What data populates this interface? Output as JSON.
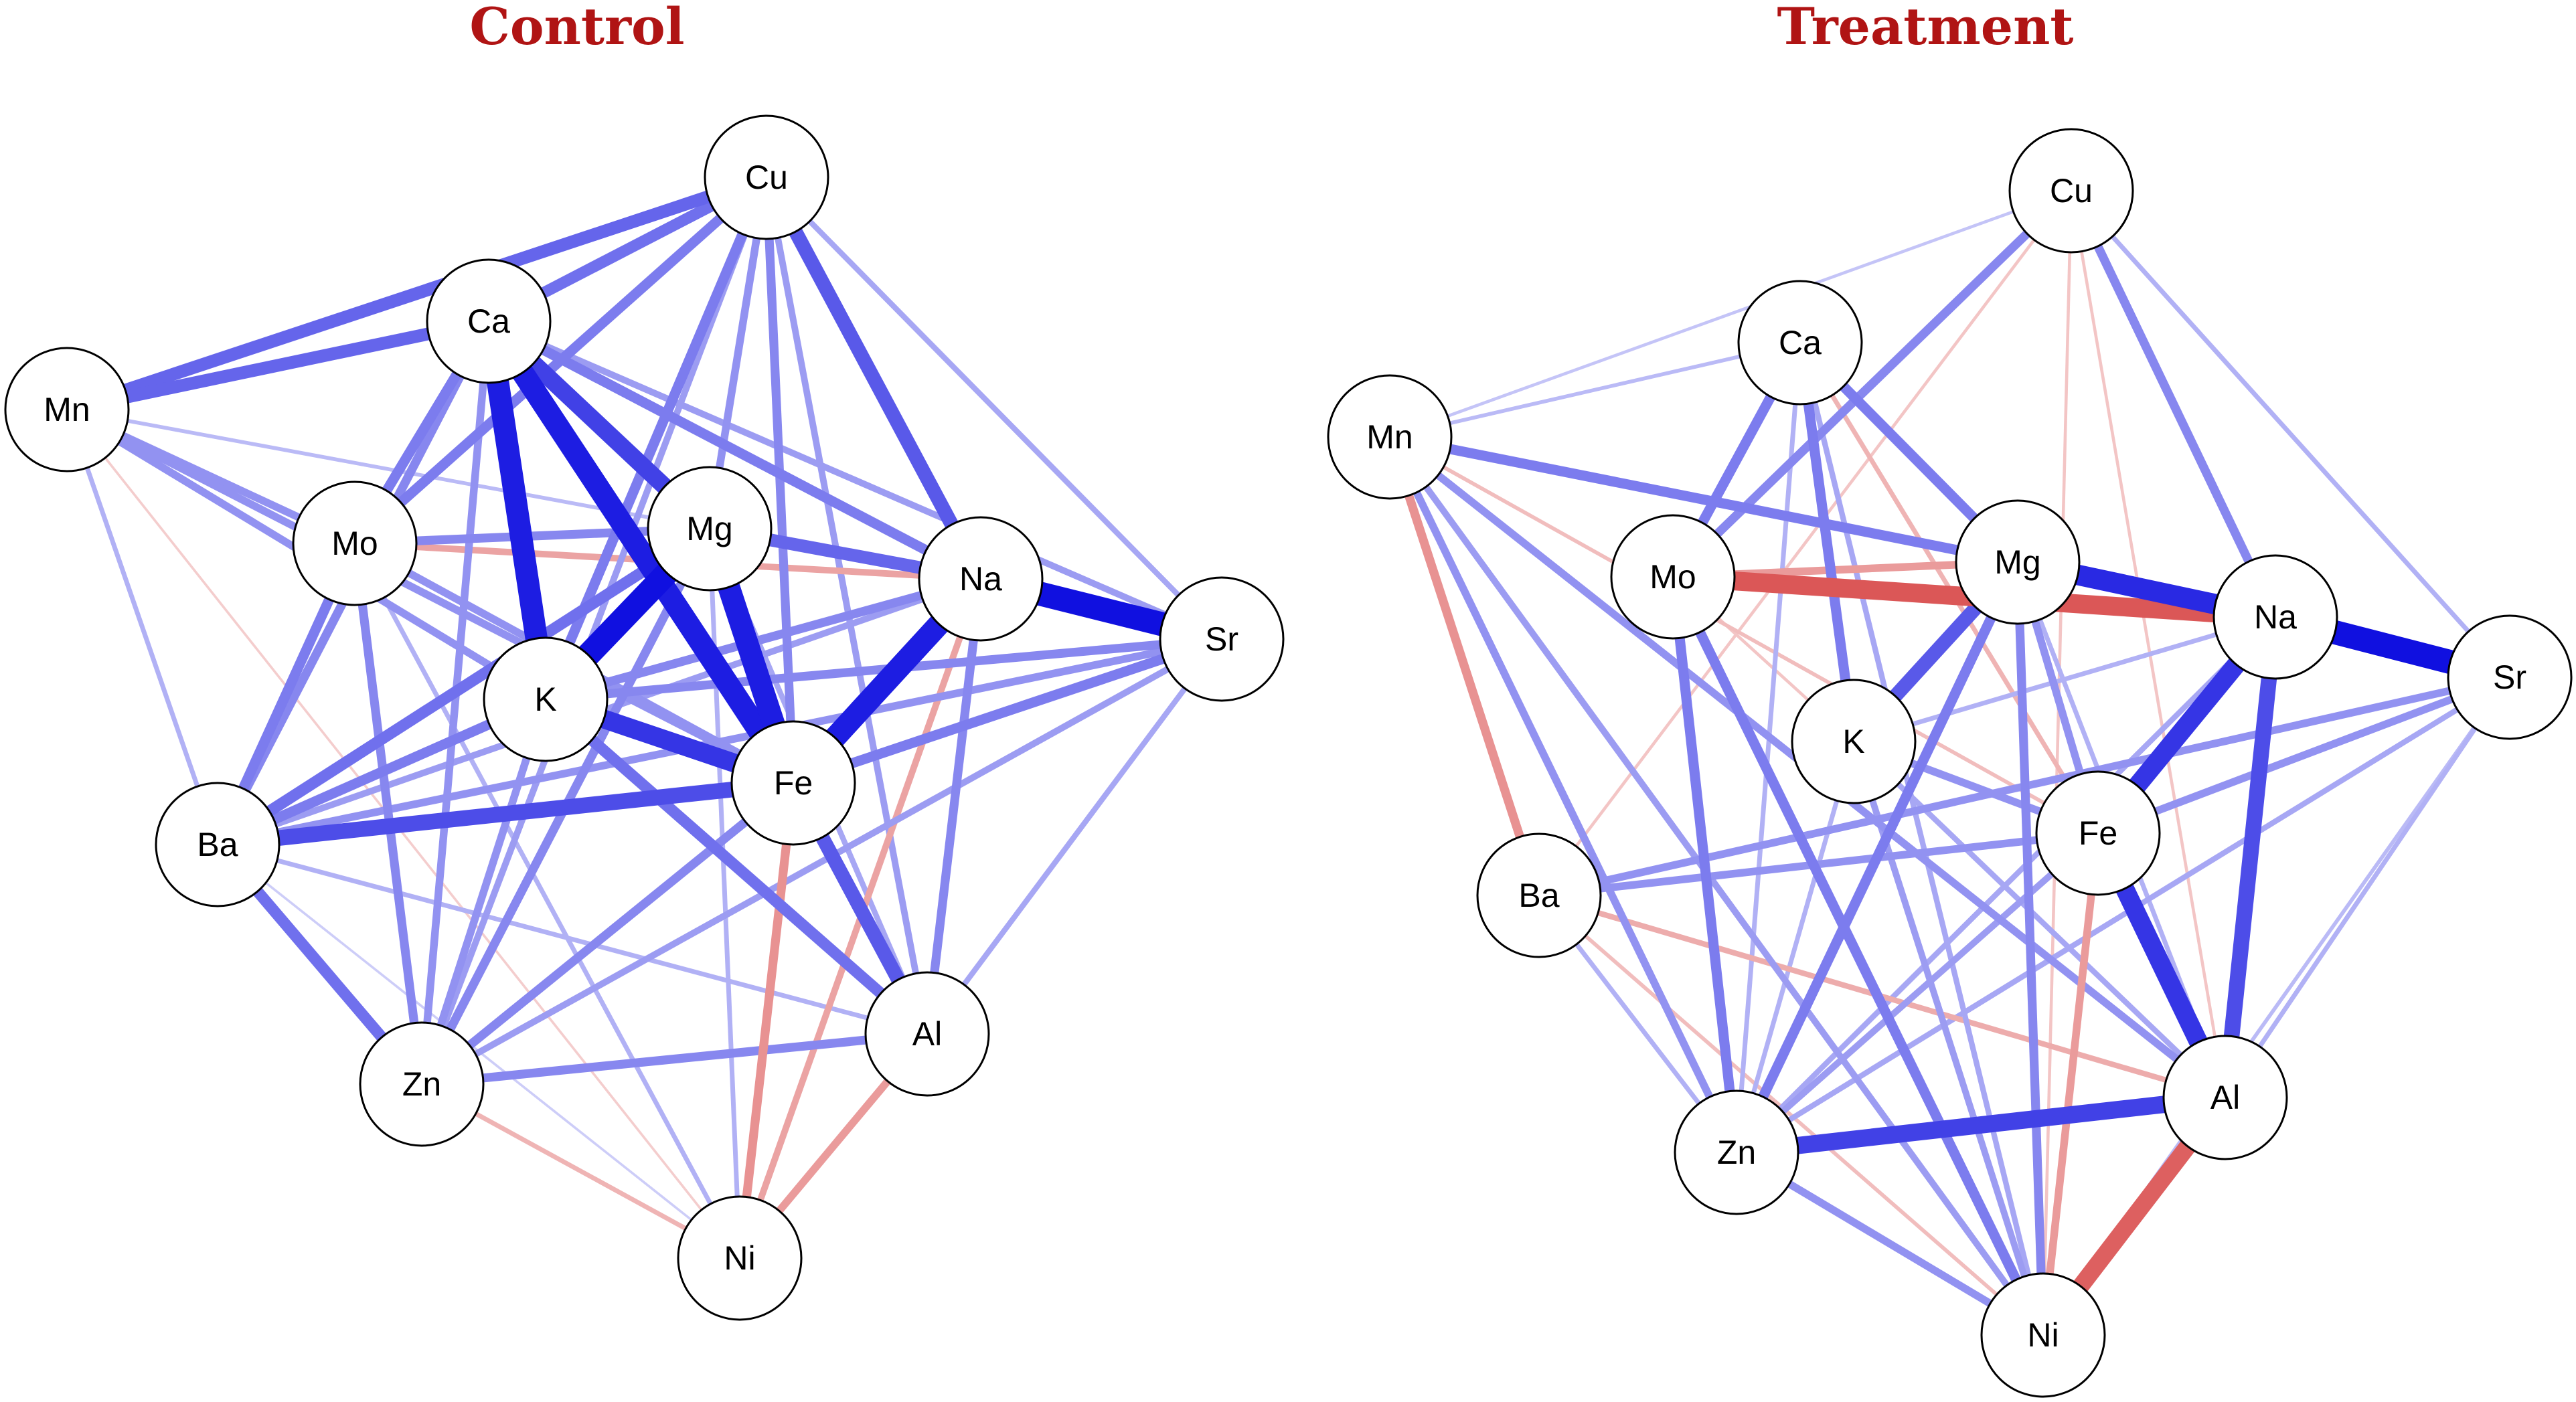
{
  "figure": {
    "panels": [
      {
        "id": "control",
        "title": "Control",
        "nodes": [
          {
            "id": "Cu",
            "label": "Cu"
          },
          {
            "id": "Ca",
            "label": "Ca"
          },
          {
            "id": "Mn",
            "label": "Mn"
          },
          {
            "id": "Mo",
            "label": "Mo"
          },
          {
            "id": "Mg",
            "label": "Mg"
          },
          {
            "id": "Na",
            "label": "Na"
          },
          {
            "id": "Sr",
            "label": "Sr"
          },
          {
            "id": "K",
            "label": "K"
          },
          {
            "id": "Fe",
            "label": "Fe"
          },
          {
            "id": "Ba",
            "label": "Ba"
          },
          {
            "id": "Al",
            "label": "Al"
          },
          {
            "id": "Zn",
            "label": "Zn"
          },
          {
            "id": "Ni",
            "label": "Ni"
          }
        ],
        "edges": [
          {
            "source": "Ca",
            "target": "K",
            "sign": "positive",
            "strength": 0.95
          },
          {
            "source": "Ca",
            "target": "Fe",
            "sign": "positive",
            "strength": 0.95
          },
          {
            "source": "Mg",
            "target": "K",
            "sign": "positive",
            "strength": 1.0
          },
          {
            "source": "Mg",
            "target": "Fe",
            "sign": "positive",
            "strength": 0.95
          },
          {
            "source": "Na",
            "target": "Sr",
            "sign": "positive",
            "strength": 1.0
          },
          {
            "source": "Na",
            "target": "Fe",
            "sign": "positive",
            "strength": 0.95
          },
          {
            "source": "Ca",
            "target": "Mg",
            "sign": "positive",
            "strength": 0.8
          },
          {
            "source": "K",
            "target": "Fe",
            "sign": "positive",
            "strength": 0.85
          },
          {
            "source": "Cu",
            "target": "Na",
            "sign": "positive",
            "strength": 0.7
          },
          {
            "source": "Cu",
            "target": "Mn",
            "sign": "positive",
            "strength": 0.65
          },
          {
            "source": "Ca",
            "target": "Mn",
            "sign": "positive",
            "strength": 0.65
          },
          {
            "source": "Cu",
            "target": "Ca",
            "sign": "positive",
            "strength": 0.6
          },
          {
            "source": "Cu",
            "target": "Mo",
            "sign": "positive",
            "strength": 0.55
          },
          {
            "source": "Cu",
            "target": "K",
            "sign": "positive",
            "strength": 0.55
          },
          {
            "source": "Cu",
            "target": "Fe",
            "sign": "positive",
            "strength": 0.5
          },
          {
            "source": "Cu",
            "target": "Mg",
            "sign": "positive",
            "strength": 0.45
          },
          {
            "source": "Cu",
            "target": "Sr",
            "sign": "positive",
            "strength": 0.35
          },
          {
            "source": "Cu",
            "target": "Al",
            "sign": "positive",
            "strength": 0.4
          },
          {
            "source": "Ca",
            "target": "Mo",
            "sign": "positive",
            "strength": 0.55
          },
          {
            "source": "Ca",
            "target": "Na",
            "sign": "positive",
            "strength": 0.55
          },
          {
            "source": "Ca",
            "target": "Ba",
            "sign": "positive",
            "strength": 0.5
          },
          {
            "source": "Ca",
            "target": "Sr",
            "sign": "positive",
            "strength": 0.4
          },
          {
            "source": "Mg",
            "target": "Na",
            "sign": "positive",
            "strength": 0.65
          },
          {
            "source": "Mg",
            "target": "Ba",
            "sign": "positive",
            "strength": 0.6
          },
          {
            "source": "Mg",
            "target": "Zn",
            "sign": "positive",
            "strength": 0.5
          },
          {
            "source": "Mg",
            "target": "Mo",
            "sign": "positive",
            "strength": 0.5
          },
          {
            "source": "Fe",
            "target": "Ba",
            "sign": "positive",
            "strength": 0.75
          },
          {
            "source": "Fe",
            "target": "Al",
            "sign": "positive",
            "strength": 0.7
          },
          {
            "source": "Fe",
            "target": "Sr",
            "sign": "positive",
            "strength": 0.55
          },
          {
            "source": "Fe",
            "target": "Zn",
            "sign": "positive",
            "strength": 0.5
          },
          {
            "source": "K",
            "target": "Ba",
            "sign": "positive",
            "strength": 0.55
          },
          {
            "source": "K",
            "target": "Al",
            "sign": "positive",
            "strength": 0.6
          },
          {
            "source": "K",
            "target": "Na",
            "sign": "positive",
            "strength": 0.5
          },
          {
            "source": "K",
            "target": "Sr",
            "sign": "positive",
            "strength": 0.5
          },
          {
            "source": "K",
            "target": "Zn",
            "sign": "positive",
            "strength": 0.45
          },
          {
            "source": "K",
            "target": "Mn",
            "sign": "positive",
            "strength": 0.45
          },
          {
            "source": "Mn",
            "target": "Mo",
            "sign": "positive",
            "strength": 0.45
          },
          {
            "source": "Mn",
            "target": "Fe",
            "sign": "positive",
            "strength": 0.45
          },
          {
            "source": "Mn",
            "target": "Ba",
            "sign": "positive",
            "strength": 0.3
          },
          {
            "source": "Mn",
            "target": "Na",
            "sign": "positive",
            "strength": 0.25
          },
          {
            "source": "Mo",
            "target": "Ba",
            "sign": "positive",
            "strength": 0.55
          },
          {
            "source": "Mo",
            "target": "Zn",
            "sign": "positive",
            "strength": 0.5
          },
          {
            "source": "Mo",
            "target": "Fe",
            "sign": "positive",
            "strength": 0.45
          },
          {
            "source": "Mo",
            "target": "Na",
            "sign": "negative",
            "strength": 0.4
          },
          {
            "source": "Na",
            "target": "Al",
            "sign": "positive",
            "strength": 0.5
          },
          {
            "source": "Na",
            "target": "Ni",
            "sign": "negative",
            "strength": 0.4
          },
          {
            "source": "Na",
            "target": "Ba",
            "sign": "positive",
            "strength": 0.4
          },
          {
            "source": "Sr",
            "target": "Ba",
            "sign": "positive",
            "strength": 0.45
          },
          {
            "source": "Sr",
            "target": "Zn",
            "sign": "positive",
            "strength": 0.4
          },
          {
            "source": "Sr",
            "target": "Al",
            "sign": "positive",
            "strength": 0.35
          },
          {
            "source": "Ba",
            "target": "Zn",
            "sign": "positive",
            "strength": 0.6
          },
          {
            "source": "Ba",
            "target": "Al",
            "sign": "positive",
            "strength": 0.3
          },
          {
            "source": "Zn",
            "target": "Al",
            "sign": "positive",
            "strength": 0.5
          },
          {
            "source": "Zn",
            "target": "Ni",
            "sign": "negative",
            "strength": 0.3
          },
          {
            "source": "Fe",
            "target": "Ni",
            "sign": "negative",
            "strength": 0.5
          },
          {
            "source": "Al",
            "target": "Ni",
            "sign": "negative",
            "strength": 0.45
          },
          {
            "source": "Mg",
            "target": "Ni",
            "sign": "positive",
            "strength": 0.3
          },
          {
            "source": "Mo",
            "target": "Ni",
            "sign": "positive",
            "strength": 0.3
          },
          {
            "source": "Ca",
            "target": "Zn",
            "sign": "positive",
            "strength": 0.45
          },
          {
            "source": "Cu",
            "target": "Zn",
            "sign": "positive",
            "strength": 0.4
          },
          {
            "source": "Mn",
            "target": "Ni",
            "sign": "negative",
            "strength": 0.15
          },
          {
            "source": "Mg",
            "target": "Al",
            "sign": "positive",
            "strength": 0.35
          },
          {
            "source": "Ba",
            "target": "Ni",
            "sign": "positive",
            "strength": 0.15
          }
        ]
      },
      {
        "id": "treatment",
        "title": "Treatment",
        "nodes": [
          {
            "id": "Cu",
            "label": "Cu"
          },
          {
            "id": "Ca",
            "label": "Ca"
          },
          {
            "id": "Mn",
            "label": "Mn"
          },
          {
            "id": "Mo",
            "label": "Mo"
          },
          {
            "id": "Mg",
            "label": "Mg"
          },
          {
            "id": "Na",
            "label": "Na"
          },
          {
            "id": "Sr",
            "label": "Sr"
          },
          {
            "id": "K",
            "label": "K"
          },
          {
            "id": "Fe",
            "label": "Fe"
          },
          {
            "id": "Ba",
            "label": "Ba"
          },
          {
            "id": "Al",
            "label": "Al"
          },
          {
            "id": "Zn",
            "label": "Zn"
          },
          {
            "id": "Ni",
            "label": "Ni"
          }
        ],
        "edges": [
          {
            "source": "Na",
            "target": "Sr",
            "sign": "positive",
            "strength": 1.0
          },
          {
            "source": "Mg",
            "target": "Na",
            "sign": "positive",
            "strength": 0.9
          },
          {
            "source": "Mo",
            "target": "Na",
            "sign": "negative",
            "strength": 0.85
          },
          {
            "source": "Na",
            "target": "Fe",
            "sign": "positive",
            "strength": 0.85
          },
          {
            "source": "Fe",
            "target": "Al",
            "sign": "positive",
            "strength": 0.85
          },
          {
            "source": "Zn",
            "target": "Al",
            "sign": "positive",
            "strength": 0.8
          },
          {
            "source": "Na",
            "target": "Al",
            "sign": "positive",
            "strength": 0.75
          },
          {
            "source": "Al",
            "target": "Ni",
            "sign": "negative",
            "strength": 0.8
          },
          {
            "source": "Mg",
            "target": "K",
            "sign": "positive",
            "strength": 0.7
          },
          {
            "source": "Mo",
            "target": "Mg",
            "sign": "negative",
            "strength": 0.45
          },
          {
            "source": "Mn",
            "target": "Ba",
            "sign": "negative",
            "strength": 0.5
          },
          {
            "source": "Ca",
            "target": "Mo",
            "sign": "positive",
            "strength": 0.55
          },
          {
            "source": "Ca",
            "target": "K",
            "sign": "positive",
            "strength": 0.55
          },
          {
            "source": "Ca",
            "target": "Mg",
            "sign": "positive",
            "strength": 0.55
          },
          {
            "source": "Cu",
            "target": "Mo",
            "sign": "positive",
            "strength": 0.5
          },
          {
            "source": "Cu",
            "target": "Na",
            "sign": "positive",
            "strength": 0.5
          },
          {
            "source": "Cu",
            "target": "Sr",
            "sign": "positive",
            "strength": 0.3
          },
          {
            "source": "Cu",
            "target": "Ni",
            "sign": "negative",
            "strength": 0.2
          },
          {
            "source": "Cu",
            "target": "Mn",
            "sign": "positive",
            "strength": 0.2
          },
          {
            "source": "Mn",
            "target": "Mg",
            "sign": "positive",
            "strength": 0.55
          },
          {
            "source": "Mn",
            "target": "Zn",
            "sign": "positive",
            "strength": 0.45
          },
          {
            "source": "Mn",
            "target": "Al",
            "sign": "positive",
            "strength": 0.45
          },
          {
            "source": "Mn",
            "target": "Ni",
            "sign": "positive",
            "strength": 0.4
          },
          {
            "source": "Mn",
            "target": "Fe",
            "sign": "negative",
            "strength": 0.25
          },
          {
            "source": "Mo",
            "target": "Zn",
            "sign": "positive",
            "strength": 0.55
          },
          {
            "source": "Mo",
            "target": "Ni",
            "sign": "positive",
            "strength": 0.55
          },
          {
            "source": "Mg",
            "target": "Zn",
            "sign": "positive",
            "strength": 0.55
          },
          {
            "source": "Mg",
            "target": "Ni",
            "sign": "positive",
            "strength": 0.5
          },
          {
            "source": "Mg",
            "target": "Fe",
            "sign": "positive",
            "strength": 0.45
          },
          {
            "source": "Fe",
            "target": "Ni",
            "sign": "negative",
            "strength": 0.45
          },
          {
            "source": "Fe",
            "target": "Ba",
            "sign": "positive",
            "strength": 0.45
          },
          {
            "source": "Fe",
            "target": "Sr",
            "sign": "positive",
            "strength": 0.45
          },
          {
            "source": "Fe",
            "target": "Zn",
            "sign": "positive",
            "strength": 0.4
          },
          {
            "source": "K",
            "target": "Fe",
            "sign": "positive",
            "strength": 0.45
          },
          {
            "source": "K",
            "target": "Ni",
            "sign": "positive",
            "strength": 0.4
          },
          {
            "source": "K",
            "target": "Zn",
            "sign": "positive",
            "strength": 0.3
          },
          {
            "source": "Zn",
            "target": "Ni",
            "sign": "positive",
            "strength": 0.45
          },
          {
            "source": "Zn",
            "target": "Sr",
            "sign": "positive",
            "strength": 0.35
          },
          {
            "source": "Zn",
            "target": "Na",
            "sign": "positive",
            "strength": 0.35
          },
          {
            "source": "Ba",
            "target": "Sr",
            "sign": "positive",
            "strength": 0.45
          },
          {
            "source": "Ba",
            "target": "Al",
            "sign": "negative",
            "strength": 0.35
          },
          {
            "source": "Ba",
            "target": "Zn",
            "sign": "positive",
            "strength": 0.3
          },
          {
            "source": "Ba",
            "target": "Ni",
            "sign": "negative",
            "strength": 0.25
          },
          {
            "source": "Ca",
            "target": "Fe",
            "sign": "negative",
            "strength": 0.3
          },
          {
            "source": "Ca",
            "target": "Ni",
            "sign": "positive",
            "strength": 0.35
          },
          {
            "source": "Ca",
            "target": "Zn",
            "sign": "positive",
            "strength": 0.3
          },
          {
            "source": "Ca",
            "target": "Mn",
            "sign": "positive",
            "strength": 0.25
          },
          {
            "source": "Cu",
            "target": "Ba",
            "sign": "negative",
            "strength": 0.2
          },
          {
            "source": "Sr",
            "target": "Al",
            "sign": "positive",
            "strength": 0.3
          },
          {
            "source": "Sr",
            "target": "Ni",
            "sign": "positive",
            "strength": 0.25
          },
          {
            "source": "Cu",
            "target": "Al",
            "sign": "negative",
            "strength": 0.2
          },
          {
            "source": "Mo",
            "target": "K",
            "sign": "negative",
            "strength": 0.2
          },
          {
            "source": "K",
            "target": "Al",
            "sign": "positive",
            "strength": 0.35
          },
          {
            "source": "Na",
            "target": "K",
            "sign": "positive",
            "strength": 0.3
          },
          {
            "source": "Mg",
            "target": "Al",
            "sign": "positive",
            "strength": 0.3
          }
        ]
      }
    ],
    "colors": {
      "positive": "#1010e0",
      "negative": "#d43535",
      "title": "#b01414",
      "node_fill": "#ffffff",
      "node_stroke": "#000000"
    }
  }
}
